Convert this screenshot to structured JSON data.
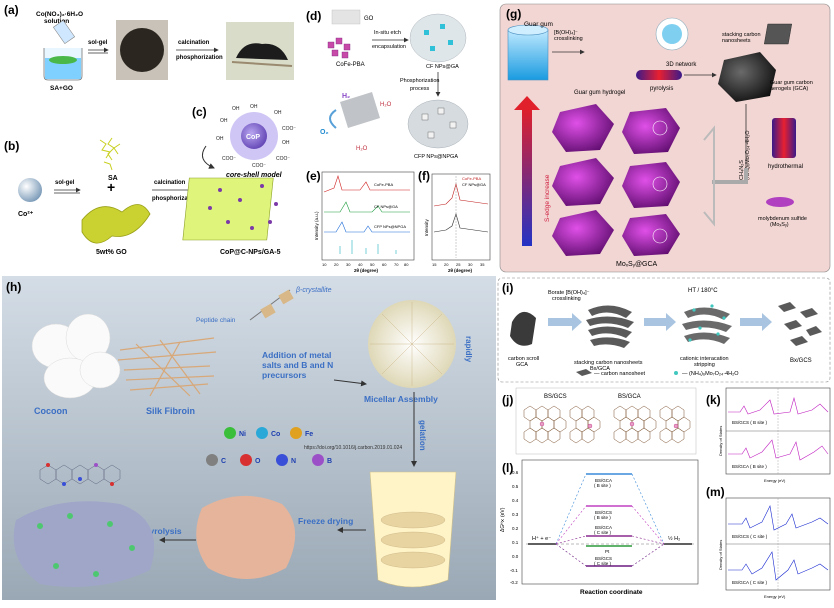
{
  "panels": {
    "a": {
      "letter": "(a)",
      "solution": "Co(NO₃)₂·6H₂O\nsolution",
      "beaker": "SA+GO",
      "step1": "sol-gel",
      "step2a": "calcination",
      "step2b": "phosphorization"
    },
    "b": {
      "letter": "(b)",
      "ion": "Co²⁺",
      "step1": "sol-gel",
      "sa": "SA",
      "go": "5wt% GO",
      "step2a": "calcination",
      "step2b": "phosphorization",
      "product": "CoP@C-NPs/GA-5"
    },
    "c": {
      "letter": "(c)",
      "model": "core-shell model",
      "core": "CoP",
      "groups": [
        "OH",
        "OH",
        "COO⁻",
        "OH",
        "COO⁻",
        "COO⁻",
        "COO⁻",
        "OH",
        "OH",
        "OH"
      ]
    },
    "d": {
      "letter": "(d)",
      "go": "GO",
      "pba": "CoFe-PBA",
      "step1a": "In-situ etch",
      "step1b": "encapsulation",
      "cfp_ga": "CF NPs@GA",
      "step2a": "Phosphorization",
      "step2b": "process",
      "product": "CFP NPs@NPGA",
      "h2": "H₂",
      "h2o1": "H₂O",
      "o2": "O₂",
      "h2o2": "H₂O"
    },
    "e": {
      "letter": "(e)",
      "ylabel": "Intensity (a.u.)",
      "xlabel": "2θ (degree)",
      "series": [
        "CoFe-PBA",
        "CF NPs@GA",
        "CFP NPs@NPGA"
      ],
      "xticks": [
        "10",
        "20",
        "30",
        "40",
        "50",
        "60",
        "70",
        "80"
      ]
    },
    "f": {
      "letter": "(f)",
      "ylabel": "Intensity",
      "xlabel": "2θ (degree)",
      "legend": [
        "CoFe-PBA",
        "CF NPs@GA"
      ],
      "xticks": [
        "15",
        "20",
        "25",
        "30",
        "35"
      ]
    },
    "g": {
      "letter": "(g)",
      "guar": "Guar gum",
      "crosslink": "[B(OH)₄]⁻\ncrosslinking",
      "net": "3D network",
      "hydrogel": "Guar gum hydrogel",
      "pyro": "pyrolysis",
      "stack": "stacking carbon\nnanosheets",
      "gca": "Guar gum carbon\naerogels (GCA)",
      "chem": "CH₄N₂S\n(NH₄)₆Mo₇O₂₄·4H₂O",
      "hydro": "hydrothermal",
      "moly": "molybdenum sulfide\n(MoₓSᵧ)",
      "svac": "S-edge increase",
      "product": "MoₓSᵧ@GCA"
    },
    "h": {
      "letter": "(h)",
      "beta": "β-crystallite",
      "peptide": "Peptide chain",
      "cocoon": "Cocoon",
      "silk": "Silk Fibroin",
      "addition": "Addition of metal salts and B and N precursors",
      "micellar": "Micellar Assembly",
      "rapidly": "rapidly",
      "gelation": "gelation",
      "freeze": "Freeze drying",
      "pyro": "N₂ pyrolysis",
      "url": "https://doi.org/10.1016/j.carbon.2019.01.024",
      "elements": [
        {
          "s": "Ni",
          "c": "#3bbf3b"
        },
        {
          "s": "Co",
          "c": "#2aa9d8"
        },
        {
          "s": "Fe",
          "c": "#e0a020"
        },
        {
          "s": "C",
          "c": "#808080"
        },
        {
          "s": "O",
          "c": "#d83030"
        },
        {
          "s": "N",
          "c": "#3a4fd8"
        },
        {
          "s": "B",
          "c": "#9c50c8"
        }
      ]
    },
    "i": {
      "letter": "(i)",
      "borate": "Borate [B(OH)₄]⁻\ncrosslinking",
      "ht": "HT / 180°C",
      "scroll": "carbon scroll\nGCA",
      "stack": "stacking carbon nanosheets\nBx/GCA",
      "cation": "cationic interacation\nstripping",
      "bxgcs": "Bx/GCS",
      "leg1": "carbon nanosheet",
      "leg2": "(NH₄)₆Mo₇O₂₄·4H₂O"
    },
    "j": {
      "letter": "(j)",
      "left": "BS/GCS",
      "right": "BS/GCA"
    },
    "k": {
      "letter": "(k)",
      "top": "BS/GCS ( B site )",
      "bottom": "BS/GCA ( B site )",
      "ylabel": "Density of States",
      "xlabel": "Energy (eV)"
    },
    "l": {
      "letter": "(l)",
      "ylabel": "ΔGᴴ⨯ (eV)",
      "xlabel": "Reaction coordinate",
      "left": "H⁺ + e⁻",
      "right": "½ H₂",
      "levels": [
        "BS/GCA\n( B site )",
        "BS/GCS\n( B site )",
        "BS/GCA\n( C site )",
        "Pt",
        "BS/GCS\n( C site )"
      ],
      "yticks": [
        "0.6",
        "0.5",
        "0.4",
        "0.3",
        "0.2",
        "0.1",
        "0.0",
        "-0.1",
        "-0.2"
      ]
    },
    "m": {
      "letter": "(m)",
      "top": "BS/GCS ( C site )",
      "bottom": "BS/GCA ( C site )",
      "ylabel": "Density of States",
      "xlabel": "Energy (eV)"
    }
  }
}
